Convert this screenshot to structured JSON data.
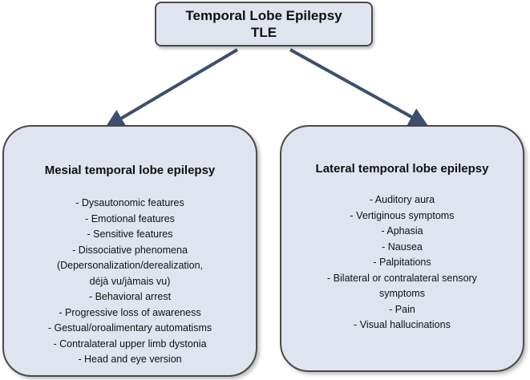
{
  "root": {
    "title_line1": "Temporal Lobe Epilepsy",
    "title_line2": "TLE"
  },
  "left": {
    "heading": "Mesial temporal lobe epilepsy",
    "items": [
      "-   Dysautonomic features",
      "-   Emotional features",
      "-   Sensitive features",
      "-   Dissociative phenomena",
      "(Depersonalization/derealization,",
      "déjà vu/jàmais vu)",
      "-   Behavioral arrest",
      "-   Progressive loss of awareness",
      "-   Gestual/oroalimentary automatisms",
      "-   Contralateral upper limb dystonia",
      "-   Head and eye version"
    ]
  },
  "right": {
    "heading": "Lateral temporal lobe epilepsy",
    "items": [
      "-   Auditory aura",
      "-   Vertiginous symptoms",
      "-   Aphasia",
      "-   Nausea",
      "-   Palpitations",
      "-   Bilateral or contralateral sensory",
      "symptoms",
      "-   Pain",
      "-   Visual hallucinations"
    ]
  },
  "colors": {
    "box_fill": "#dfe4ee",
    "box_border": "#4a4a4a",
    "arrow": "#3d4f6c"
  }
}
